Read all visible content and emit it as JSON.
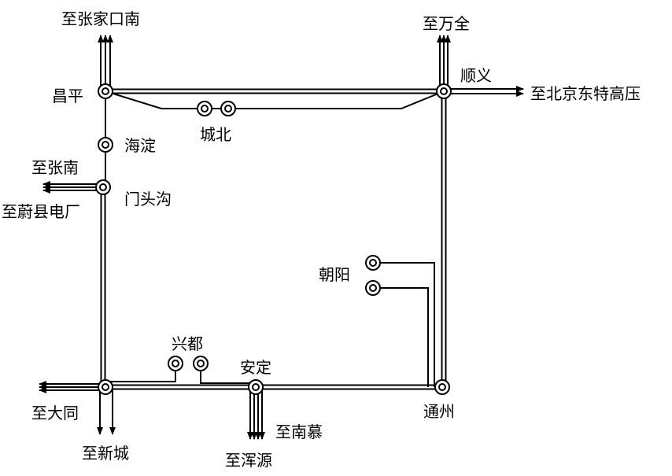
{
  "stations": {
    "changping": "昌平",
    "shunyi": "顺义",
    "chengbei": "城北",
    "haidian": "海淀",
    "mentougou": "门头沟",
    "chaoyang": "朝阳",
    "xingdu": "兴都",
    "anding": "安定",
    "tongzhou": "通州"
  },
  "destinations": {
    "zhangjiakou_south": "至张家口南",
    "wanquan": "至万全",
    "beijing_east_uhv": "至北京东特高压",
    "zhangnan": "至张南",
    "yuxian_power_plant": "至蔚县电厂",
    "datong": "至大同",
    "xincheng": "至新城",
    "nanmu": "至南慕",
    "hunyuan": "至浑源"
  },
  "colors": {
    "line": "#000000",
    "background": "#ffffff"
  }
}
